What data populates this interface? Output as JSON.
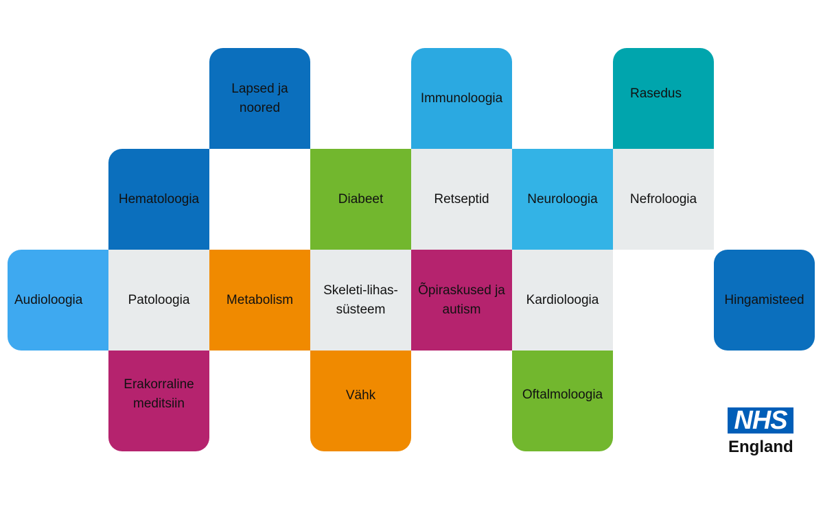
{
  "tiles": {
    "lapsed": {
      "label": "Lapsed ja noored",
      "color": "#0b6fbd"
    },
    "immuno": {
      "label": "Immunoloogia",
      "color": "#2ba9e1"
    },
    "rasedus": {
      "label": "Rasedus",
      "color": "#00a5ad"
    },
    "hemato": {
      "label": "Hematoloogia",
      "color": "#0b6fbd"
    },
    "diabeet": {
      "label": "Diabeet",
      "color": "#72b72e"
    },
    "retseptid": {
      "label": "Retseptid",
      "color": "#e8ebec"
    },
    "neuro": {
      "label": "Neuroloogia",
      "color": "#33b3e6"
    },
    "nefro": {
      "label": "Nefroloogia",
      "color": "#e8ebec"
    },
    "audio": {
      "label": "Audioloogia",
      "color": "#3ea9f0"
    },
    "pato": {
      "label": "Patoloogia",
      "color": "#e8ebec"
    },
    "metab": {
      "label": "Metabolism",
      "color": "#f08a00"
    },
    "skeleti": {
      "label": "Skeleti-lihas-süsteem",
      "color": "#e8ebec"
    },
    "opiras": {
      "label": "Õpiraskused ja autism",
      "color": "#b5236e"
    },
    "kardio": {
      "label": "Kardioloogia",
      "color": "#e8ebec"
    },
    "hinga": {
      "label": "Hingamisteed",
      "color": "#0b6fbd"
    },
    "erak": {
      "label": "Erakorraline meditsiin",
      "color": "#b5236e"
    },
    "vahk": {
      "label": "Vähk",
      "color": "#f08a00"
    },
    "oftal": {
      "label": "Oftalmoloogia",
      "color": "#72b72e"
    }
  },
  "logo": {
    "mark": "NHS",
    "region": "England",
    "color": "#005eb8"
  }
}
